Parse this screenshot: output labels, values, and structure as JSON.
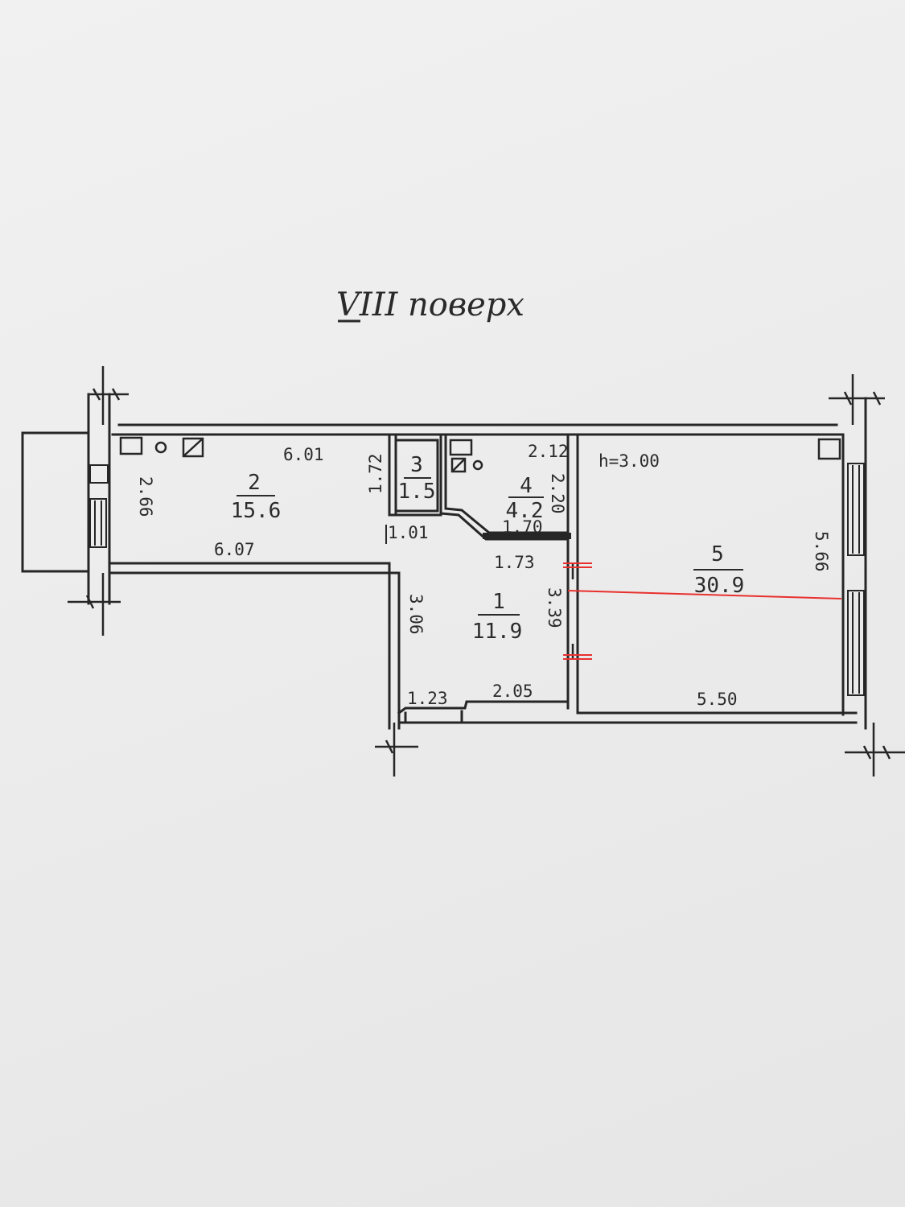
{
  "title": "VIII поверх",
  "rooms": [
    {
      "number": "1",
      "area": "11.9"
    },
    {
      "number": "2",
      "area": "15.6"
    },
    {
      "number": "3",
      "area": "1.5"
    },
    {
      "number": "4",
      "area": "4.2"
    },
    {
      "number": "5",
      "area": "30.9"
    }
  ],
  "dimensions": {
    "r2_top": "6.01",
    "r2_bottom": "6.07",
    "r2_left": "2.66",
    "r3_side": "1.72",
    "r4_top": "2.12",
    "r4_side": "2.20",
    "r4_bottom": "1.70",
    "corridor_top": "1.01",
    "r1_top": "1.73",
    "r1_left": "3.06",
    "r1_right": "3.39",
    "r1_bottom_left": "1.23",
    "r1_bottom": "2.05",
    "ceiling_height": "h=3.00",
    "r5_right": "5.66",
    "r5_bottom": "5.50"
  },
  "colors": {
    "ink": "#2b2b2b",
    "wall": "#262626",
    "annotation": "#e8312e",
    "paper": "#ececec"
  }
}
